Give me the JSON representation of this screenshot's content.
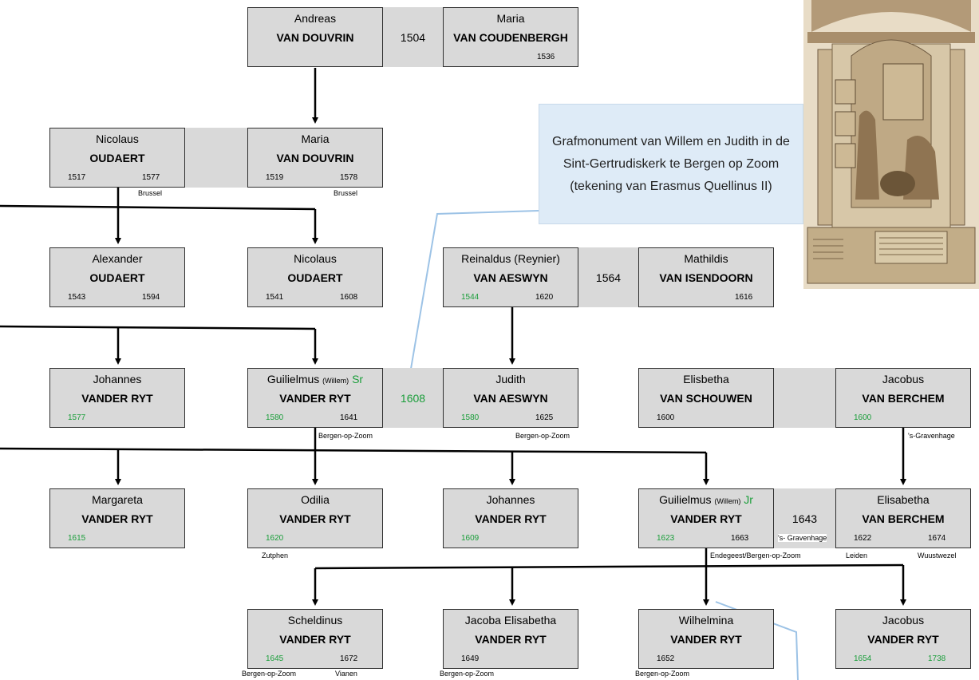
{
  "persons": {
    "andreas": {
      "given": "Andreas",
      "family": "VAN DOUVRIN",
      "birth": "",
      "death": ""
    },
    "maria_vc": {
      "given": "Maria",
      "family": "VAN COUDENBERGH",
      "birth": "",
      "death": "1536"
    },
    "nicolaus1": {
      "given": "Nicolaus",
      "family": "OUDAERT",
      "birth": "1517",
      "death": "1577"
    },
    "maria_vd": {
      "given": "Maria",
      "family": "VAN DOUVRIN",
      "birth": "1519",
      "death": "1578"
    },
    "alexander": {
      "given": "Alexander",
      "family": "OUDAERT",
      "birth": "1543",
      "death": "1594"
    },
    "nicolaus2": {
      "given": "Nicolaus",
      "family": "OUDAERT",
      "birth": "1541",
      "death": "1608"
    },
    "reinaldus": {
      "given": "Reinaldus (Reynier)",
      "family": "VAN AESWYN",
      "birth": "1544",
      "death": "1620"
    },
    "mathildis": {
      "given": "Mathildis",
      "family": "VAN ISENDOORN",
      "birth": "",
      "death": "1616"
    },
    "johannes1": {
      "given": "Johannes",
      "family": "VANDER RYT",
      "birth": "1577",
      "death": ""
    },
    "guilielmus_sr": {
      "given": "Guilielmus",
      "given_note": "(Willem)",
      "suffix": "Sr",
      "family": "VANDER RYT",
      "birth": "1580",
      "death": "1641"
    },
    "judith": {
      "given": "Judith",
      "family": "VAN AESWYN",
      "birth": "1580",
      "death": "1625"
    },
    "elisbetha": {
      "given": "Elisbetha",
      "family": "VAN SCHOUWEN",
      "birth": "1600",
      "death": ""
    },
    "jacobus_vb": {
      "given": "Jacobus",
      "family": "VAN BERCHEM",
      "birth": "1600",
      "death": ""
    },
    "margareta": {
      "given": "Margareta",
      "family": "VANDER RYT",
      "birth": "1615",
      "death": ""
    },
    "odilia": {
      "given": "Odilia",
      "family": "VANDER RYT",
      "birth": "1620",
      "death": ""
    },
    "johannes2": {
      "given": "Johannes",
      "family": "VANDER RYT",
      "birth": "1609",
      "death": ""
    },
    "guilielmus_jr": {
      "given": "Guilielmus",
      "given_note": "(Willem)",
      "suffix": "Jr",
      "family": "VANDER RYT",
      "birth": "1623",
      "death": "1663"
    },
    "elisabetha": {
      "given": "Elisabetha",
      "family": "VAN BERCHEM",
      "birth": "1622",
      "death": "1674"
    },
    "scheldinus": {
      "given": "Scheldinus",
      "family": "VANDER RYT",
      "birth": "1645",
      "death": "1672"
    },
    "jacoba": {
      "given": "Jacoba Elisabetha",
      "family": "VANDER RYT",
      "birth": "1649",
      "death": ""
    },
    "wilhelmina": {
      "given": "Wilhelmina",
      "family": "VANDER RYT",
      "birth": "1652",
      "death": ""
    },
    "jacobus_vr": {
      "given": "Jacobus",
      "family": "VANDER RYT",
      "birth": "1654",
      "death": "1738"
    }
  },
  "marriages": {
    "douvrin_coudenbergh": "1504",
    "oudaert_douvrin": "",
    "aeswyn_isendoorn": "1564",
    "ryt_aeswyn": "1608",
    "schouwen_berchem": "",
    "ryt_berchem": "1643"
  },
  "places": {
    "nicolaus1_death": "Brussel",
    "maria_vd_death": "Brussel",
    "guilielmus_sr_death": "Bergen-op-Zoom",
    "judith_death": "Bergen-op-Zoom",
    "jacobus_vb_death": "'s-Gravenhage",
    "odilia_birth": "Zutphen",
    "guilielmus_jr_birth": "'s- Gravenhage",
    "guilielmus_jr_death": "Endegeest/Bergen-op-Zoom",
    "elisabetha_birth": "Leiden",
    "elisabetha_death": "Wuustwezel",
    "scheldinus_birth": "Bergen-op-Zoom",
    "scheldinus_death": "Vianen",
    "jacoba_birth": "Bergen-op-Zoom",
    "wilhelmina_birth": "Bergen-op-Zoom"
  },
  "monument_caption": "Grafmonument van Willem en Judith in de Sint-Gertrudiskerk te Bergen op Zoom (tekening van Erasmus Quellinus II)",
  "colors": {
    "box_fill": "#d9d9d9",
    "box_border": "#303030",
    "green_year": "#1a9e3a",
    "callout_fill": "#deebf7",
    "callout_line": "#9dc3e6"
  }
}
